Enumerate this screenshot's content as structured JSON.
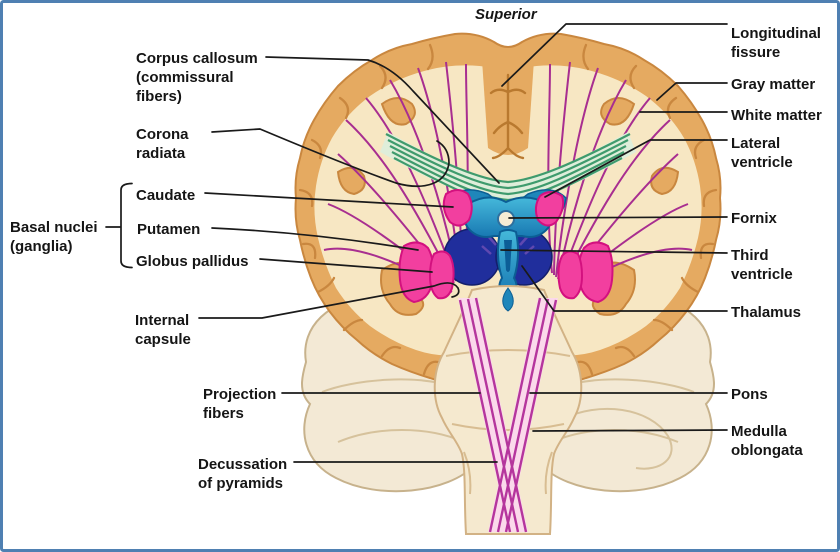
{
  "figure": {
    "type": "anatomical-diagram",
    "subject": "Coronal section of the brain showing fiber tracts, ventricles and basal nuclei",
    "orientation_label": "Superior"
  },
  "labels": {
    "superior": "Superior",
    "left": [
      {
        "name": "corpus-callosum",
        "lines": [
          "Corpus callosum",
          "(commissural",
          "fibers)"
        ]
      },
      {
        "name": "corona-radiata",
        "lines": [
          "Corona",
          "radiata"
        ]
      },
      {
        "name": "caudate",
        "lines": [
          "Caudate"
        ]
      },
      {
        "name": "putamen",
        "lines": [
          "Putamen"
        ]
      },
      {
        "name": "globus-pallidus",
        "lines": [
          "Globus pallidus"
        ]
      },
      {
        "name": "basal-nuclei",
        "lines": [
          "Basal nuclei",
          "(ganglia)"
        ]
      },
      {
        "name": "internal-capsule",
        "lines": [
          "Internal",
          "capsule"
        ]
      },
      {
        "name": "projection-fibers",
        "lines": [
          "Projection",
          "fibers"
        ]
      },
      {
        "name": "decussation-of-pyramids",
        "lines": [
          "Decussation",
          "of pyramids"
        ]
      }
    ],
    "right": [
      {
        "name": "longitudinal-fissure",
        "lines": [
          "Longitudinal",
          "fissure"
        ]
      },
      {
        "name": "gray-matter",
        "lines": [
          "Gray matter"
        ]
      },
      {
        "name": "white-matter",
        "lines": [
          "White matter"
        ]
      },
      {
        "name": "lateral-ventricle",
        "lines": [
          "Lateral",
          "ventricle"
        ]
      },
      {
        "name": "fornix",
        "lines": [
          "Fornix"
        ]
      },
      {
        "name": "third-ventricle",
        "lines": [
          "Third",
          "ventricle"
        ]
      },
      {
        "name": "thalamus",
        "lines": [
          "Thalamus"
        ]
      },
      {
        "name": "pons",
        "lines": [
          "Pons"
        ]
      },
      {
        "name": "medulla-oblongata",
        "lines": [
          "Medulla",
          "oblongata"
        ]
      }
    ]
  },
  "colors": {
    "border": "#4f80b2",
    "gray_matter": "#e5aa61",
    "white_matter": "#f7e7c3",
    "projection_fibers_magenta": "#a82e90",
    "commissural_fibers_green": "#3f9b6d",
    "ventricle_teal": "#2da4cd",
    "thalamus_navy": "#202e9c",
    "basal_nuclei_pink": "#f23f9f",
    "brainstem_cream": "#f5e9cf",
    "leader_line": "#1a1a1a",
    "label_text": "#151515"
  }
}
